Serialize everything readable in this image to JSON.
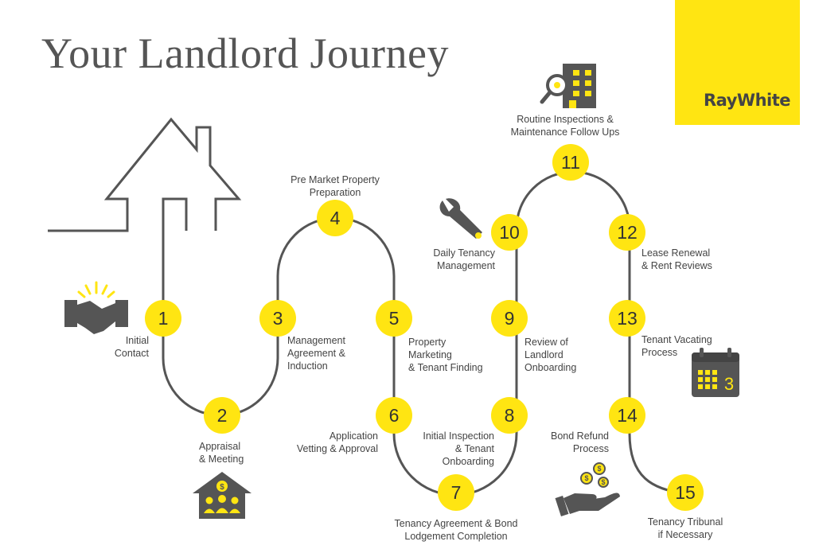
{
  "title": "Your Landlord Journey",
  "brand": {
    "name": "RayWhite",
    "color": "#FFE512"
  },
  "colors": {
    "node": "#FFE512",
    "path": "#555555",
    "icon": "#555555"
  },
  "steps": [
    {
      "n": "1",
      "lines": [
        "Initial",
        "Contact"
      ]
    },
    {
      "n": "2",
      "lines": [
        "Appraisal",
        "& Meeting"
      ]
    },
    {
      "n": "3",
      "lines": [
        "Management",
        "Agreement &",
        "Induction"
      ]
    },
    {
      "n": "4",
      "lines": [
        "Pre Market Property",
        "Preparation"
      ]
    },
    {
      "n": "5",
      "lines": [
        "Property",
        "Marketing",
        "& Tenant Finding"
      ]
    },
    {
      "n": "6",
      "lines": [
        "Application",
        "Vetting & Approval"
      ]
    },
    {
      "n": "7",
      "lines": [
        "Tenancy Agreement & Bond",
        "Lodgement Completion"
      ]
    },
    {
      "n": "8",
      "lines": [
        "Initial Inspection",
        "& Tenant",
        "Onboarding"
      ]
    },
    {
      "n": "9",
      "lines": [
        "Review of",
        "Landlord",
        "Onboarding"
      ]
    },
    {
      "n": "10",
      "lines": [
        "Daily Tenancy",
        "Management"
      ]
    },
    {
      "n": "11",
      "lines": [
        "Routine Inspections &",
        "Maintenance Follow Ups"
      ]
    },
    {
      "n": "12",
      "lines": [
        "Lease Renewal",
        "& Rent Reviews"
      ]
    },
    {
      "n": "13",
      "lines": [
        "Tenant Vacating",
        "Process"
      ]
    },
    {
      "n": "14",
      "lines": [
        "Bond Refund",
        "Process"
      ]
    },
    {
      "n": "15",
      "lines": [
        "Tenancy Tribunal",
        "if Necessary"
      ]
    }
  ],
  "icons": {
    "house": "house-outline-icon",
    "handshake": "handshake-icon",
    "appraisal": "house-with-people-icon",
    "wrench": "wrench-icon",
    "inspection": "building-magnifier-icon",
    "calendar": "calendar-icon",
    "calendar_day": "3",
    "money": "hand-coins-icon"
  }
}
